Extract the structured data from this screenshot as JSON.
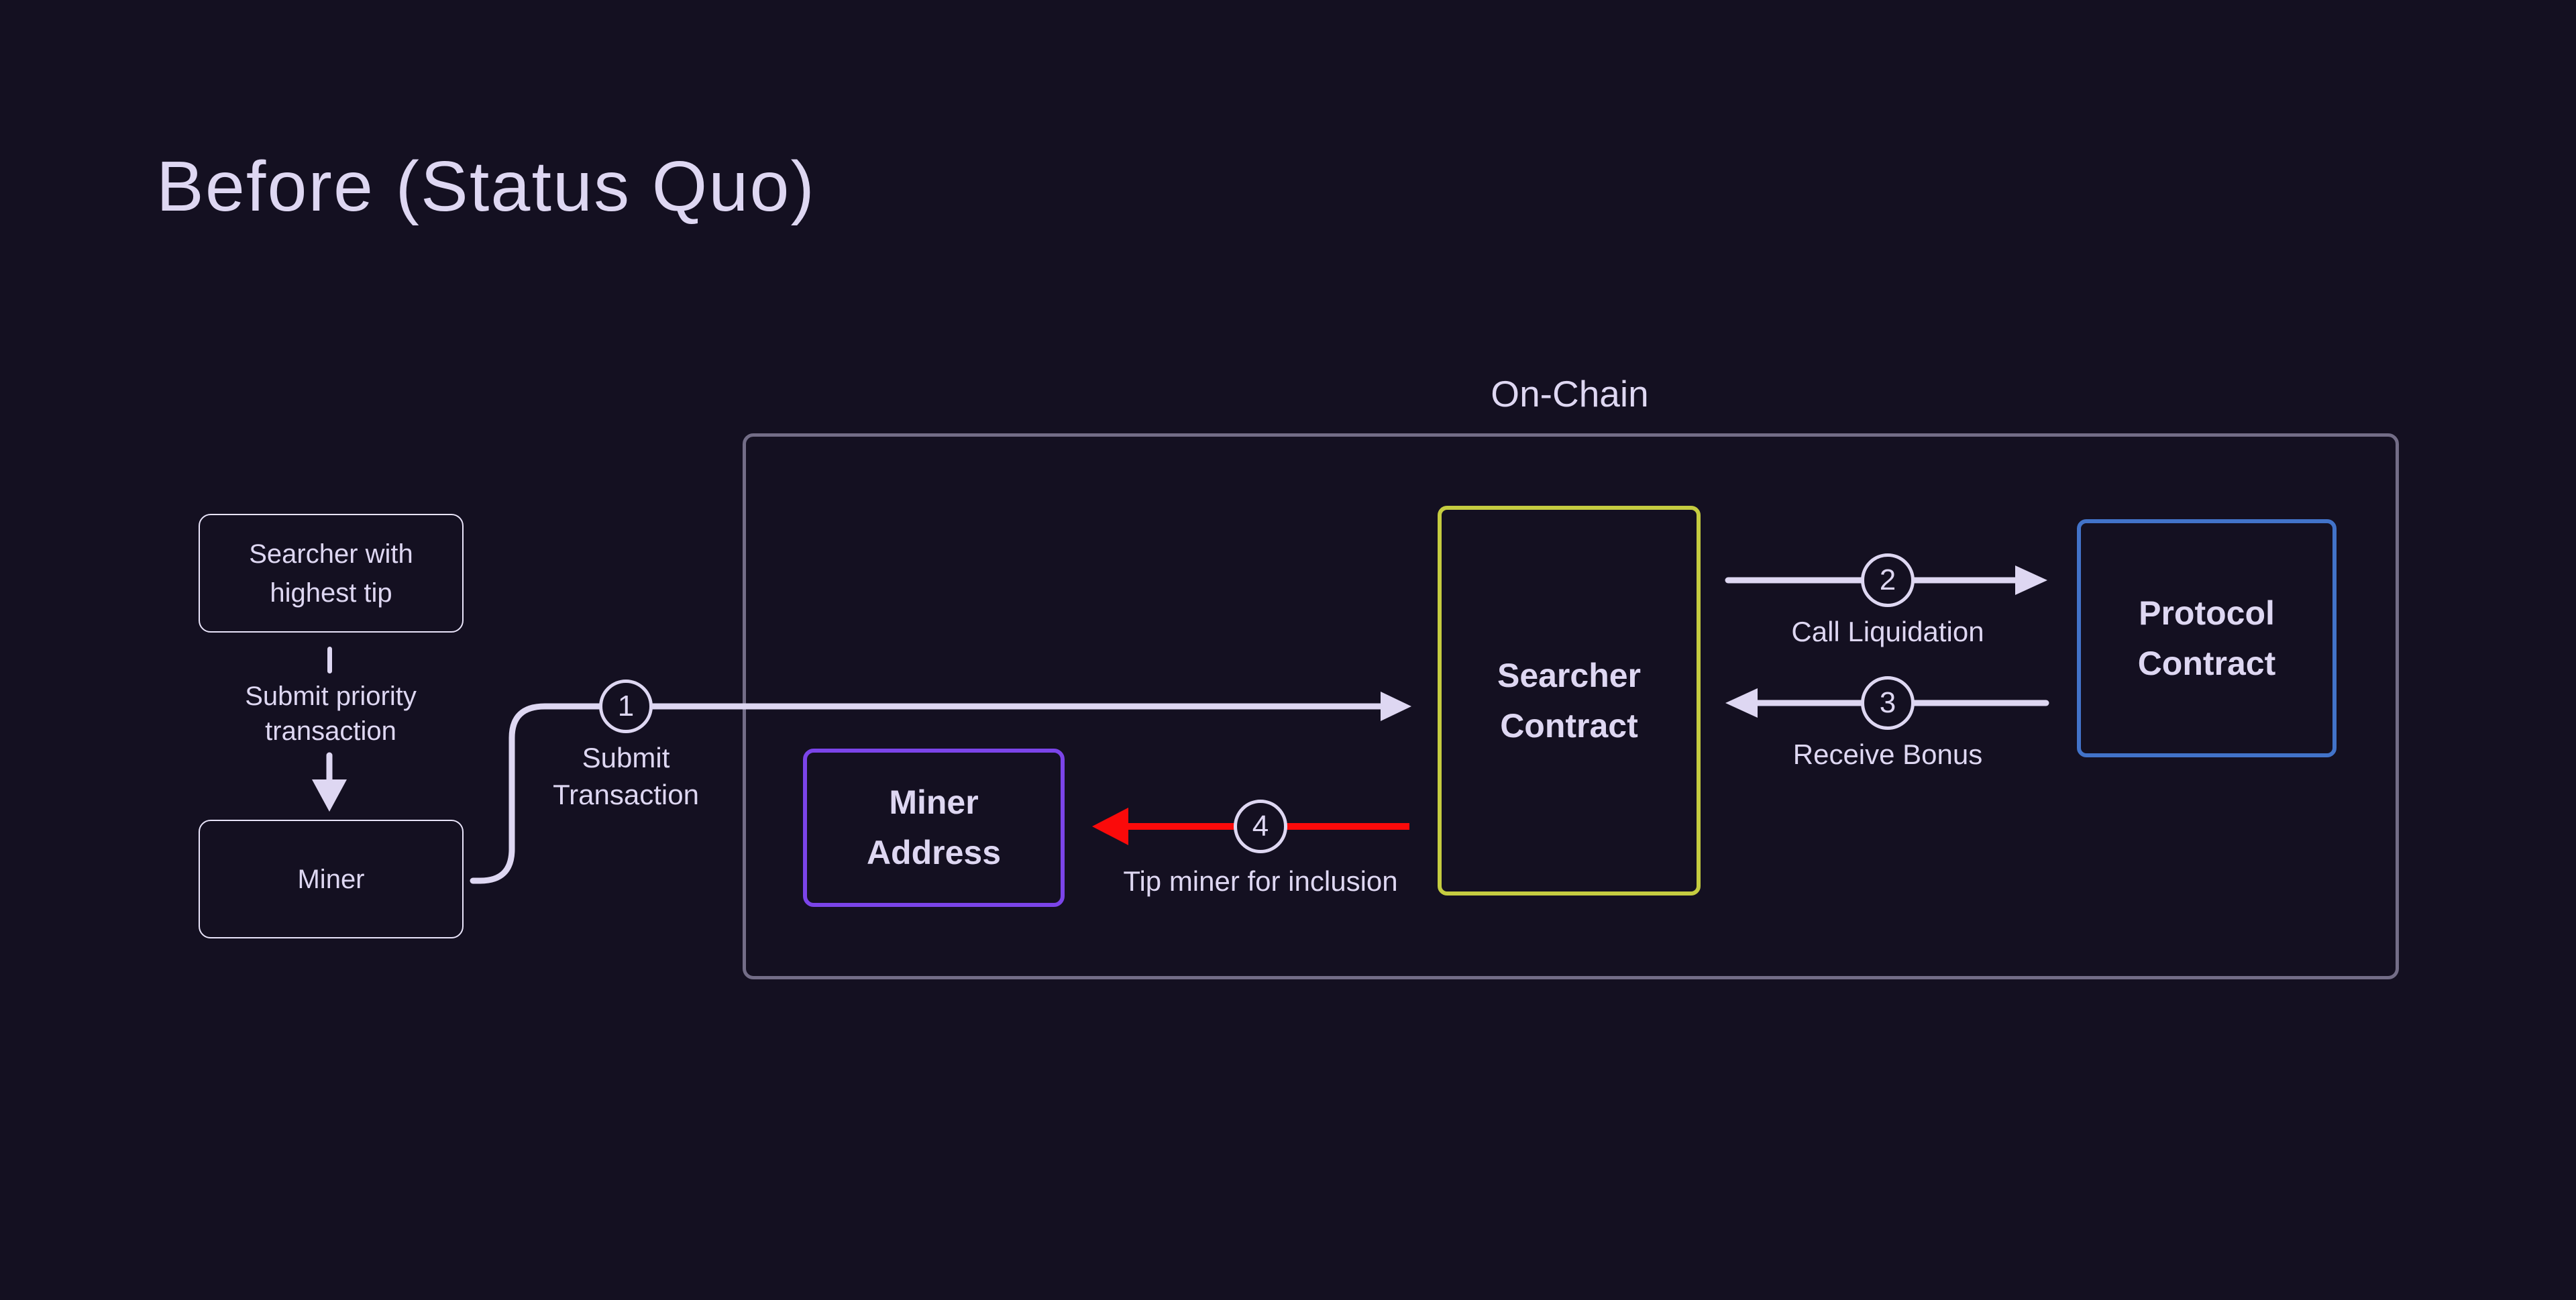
{
  "title": "Before (Status Quo)",
  "colors": {
    "bg": "#141021",
    "ink": "#ded7f2",
    "box_border": "#e9e4fa",
    "frame_border": "#736d87",
    "searcher_contract": "#c5cc40",
    "protocol_contract": "#4273c9",
    "miner_address": "#7b44e9",
    "tip_arrow": "#fb0a0a"
  },
  "offchain": {
    "searcher_label": "Searcher with highest tip",
    "connector_label": "Submit priority transaction",
    "miner_label": "Miner"
  },
  "onchain": {
    "region_label": "On-Chain",
    "miner_address_label": "Miner Address",
    "searcher_contract_label": "Searcher Contract",
    "protocol_contract_label": "Protocol Contract"
  },
  "steps": [
    {
      "number": "1",
      "label": "Submit Transaction"
    },
    {
      "number": "2",
      "label": "Call Liquidation"
    },
    {
      "number": "3",
      "label": "Receive Bonus"
    },
    {
      "number": "4",
      "label": "Tip miner for inclusion"
    }
  ]
}
